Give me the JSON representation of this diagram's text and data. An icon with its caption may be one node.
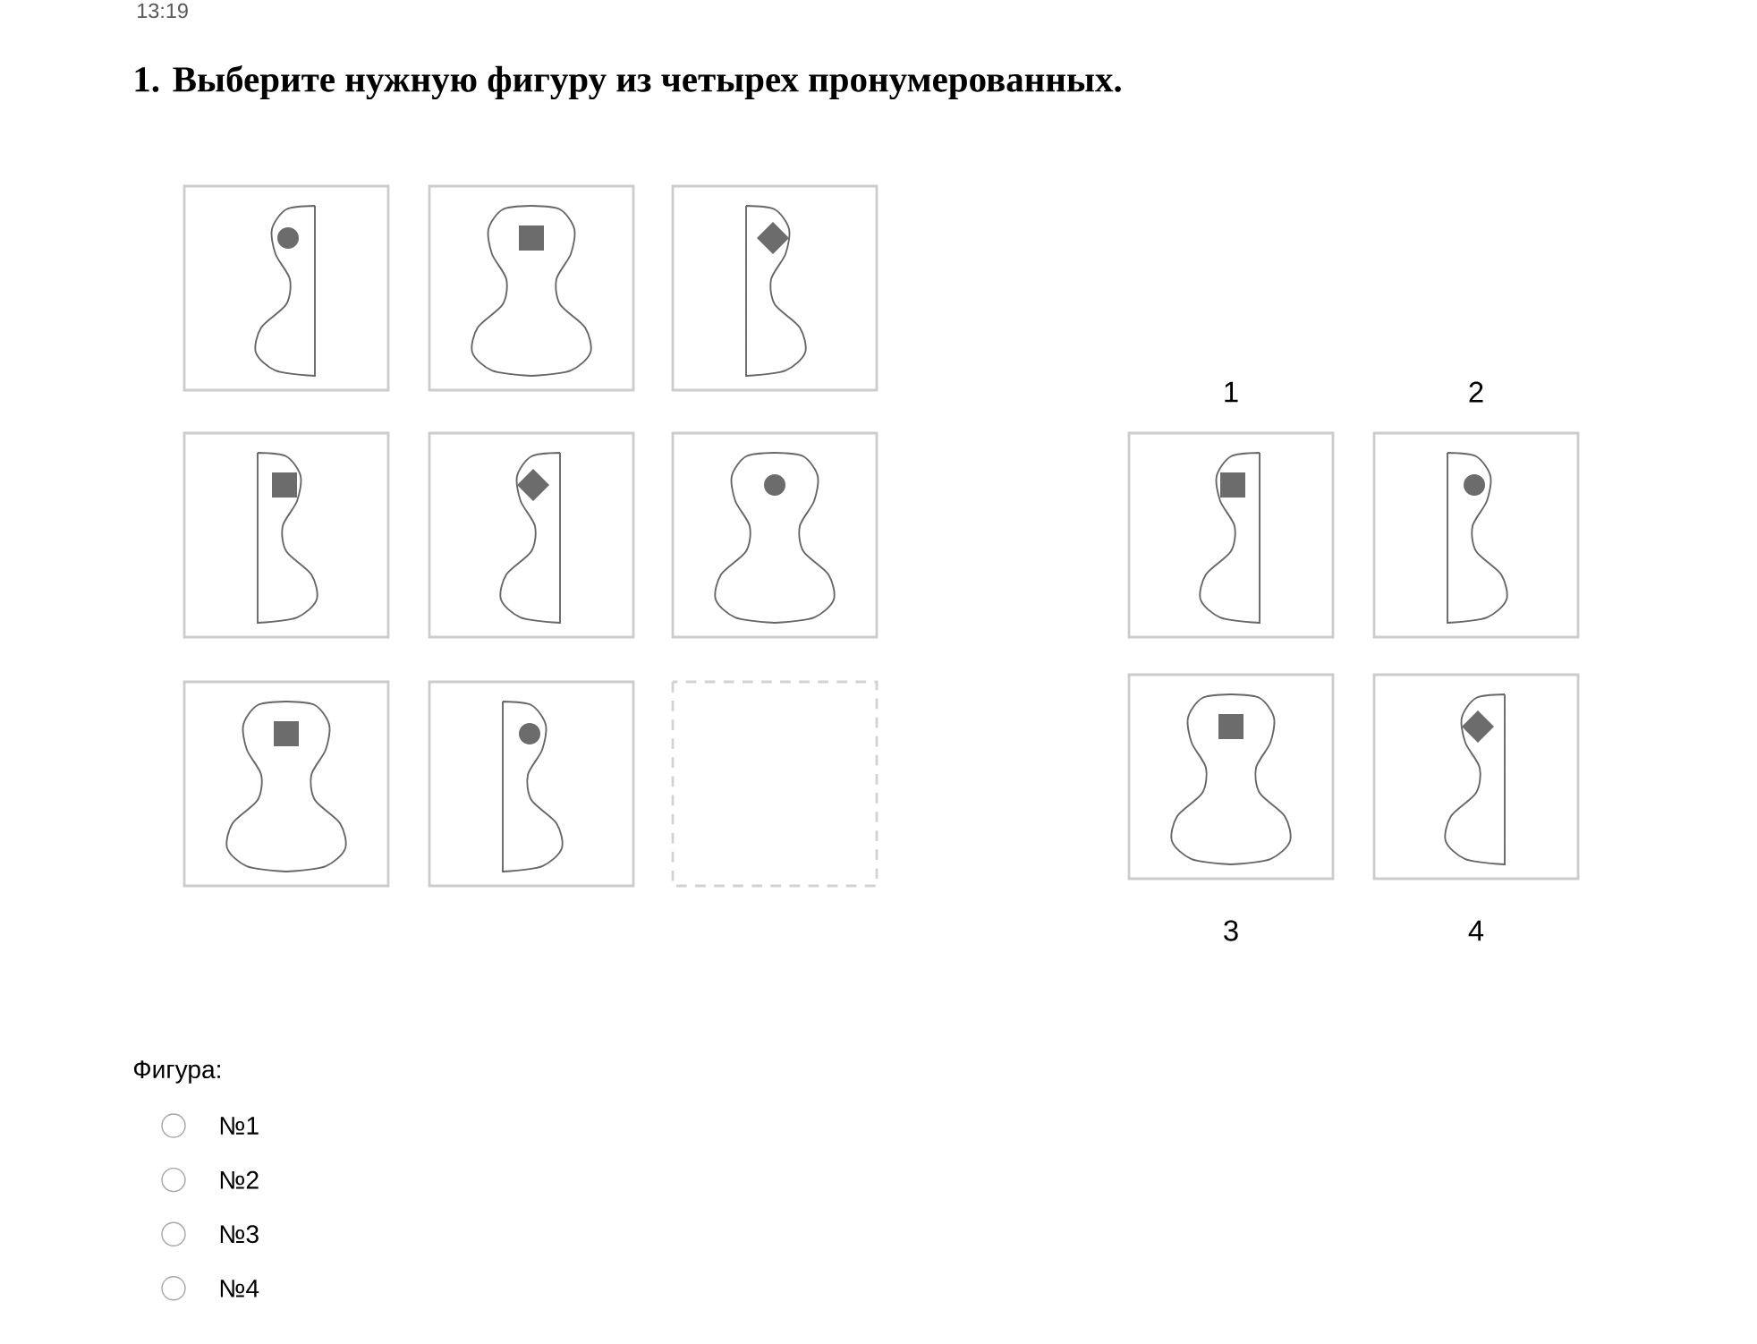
{
  "diagram": {
    "title": "1. Выберите нужную фигуру из четырех пронумерованных.",
    "labels": [
      "13:19",
      "1",
      "2",
      "3",
      "4",
      "Фигура:",
      "№1",
      "№2",
      "№3",
      "№4"
    ]
  }
}
